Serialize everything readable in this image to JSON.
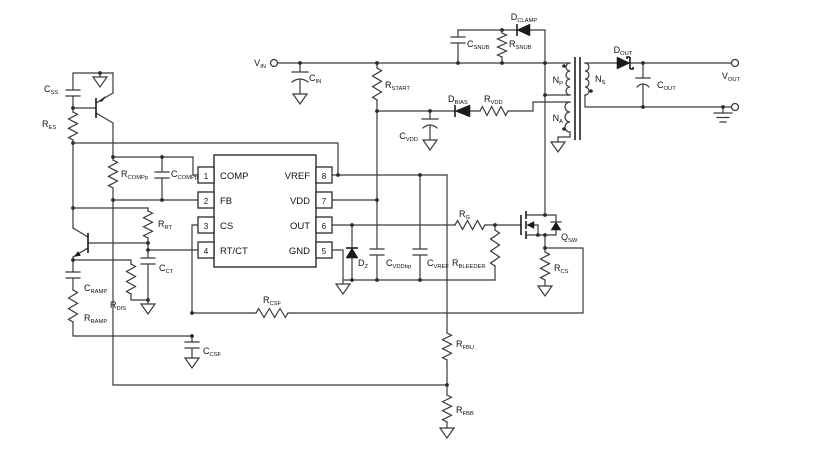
{
  "labels": {
    "css": {
      "m": "C",
      "s": "SS"
    },
    "res": {
      "m": "R",
      "s": "ES"
    },
    "rcomp": {
      "m": "R",
      "s": "COMPp"
    },
    "ccomp": {
      "m": "C",
      "s": "COMPp"
    },
    "rrt": {
      "m": "R",
      "s": "RT"
    },
    "cct": {
      "m": "C",
      "s": "CT"
    },
    "rdis": {
      "m": "R",
      "s": "DIS"
    },
    "cramp": {
      "m": "C",
      "s": "RAMP"
    },
    "rramp": {
      "m": "R",
      "s": "RAMP"
    },
    "rcsf": {
      "m": "R",
      "s": "CSF"
    },
    "ccsf": {
      "m": "C",
      "s": "CSF"
    },
    "vin": {
      "m": "V",
      "s": "IN"
    },
    "cin": {
      "m": "C",
      "s": "IN"
    },
    "rstart": {
      "m": "R",
      "s": "START"
    },
    "cvdd": {
      "m": "C",
      "s": "VDD"
    },
    "dbias": {
      "m": "D",
      "s": "BIAS"
    },
    "rvdd": {
      "m": "R",
      "s": "VDD"
    },
    "csnub": {
      "m": "C",
      "s": "SNUB"
    },
    "rsnub": {
      "m": "R",
      "s": "SNUB"
    },
    "dclamp": {
      "m": "D",
      "s": "CLAMP"
    },
    "np": {
      "m": "N",
      "s": "P"
    },
    "ns": {
      "m": "N",
      "s": "S"
    },
    "na": {
      "m": "N",
      "s": "A"
    },
    "dout": {
      "m": "D",
      "s": "OUT"
    },
    "cout": {
      "m": "C",
      "s": "OUT"
    },
    "vout": {
      "m": "V",
      "s": "OUT"
    },
    "dz": {
      "m": "D",
      "s": "Z"
    },
    "cvddbp": {
      "m": "C",
      "s": "VDDbp"
    },
    "cvref": {
      "m": "C",
      "s": "VREF"
    },
    "rbleeder": {
      "m": "R",
      "s": "BLEEDER"
    },
    "rg": {
      "m": "R",
      "s": "G"
    },
    "qsw": {
      "m": "Q",
      "s": "SW"
    },
    "rcs": {
      "m": "R",
      "s": "CS"
    },
    "rfbu": {
      "m": "R",
      "s": "FBU"
    },
    "rfbb": {
      "m": "R",
      "s": "FBB"
    }
  },
  "ic": {
    "pins_left": [
      {
        "num": "1",
        "name": "COMP"
      },
      {
        "num": "2",
        "name": "FB"
      },
      {
        "num": "3",
        "name": "CS"
      },
      {
        "num": "4",
        "name": "RT/CT"
      }
    ],
    "pins_right": [
      {
        "num": "8",
        "name": "VREF"
      },
      {
        "num": "7",
        "name": "VDD"
      },
      {
        "num": "6",
        "name": "OUT"
      },
      {
        "num": "5",
        "name": "GND"
      }
    ]
  },
  "colors": {
    "wire": "#3a3a3a",
    "text": "#111111",
    "diode_fill": "#1a1a1a",
    "background": "#ffffff"
  }
}
